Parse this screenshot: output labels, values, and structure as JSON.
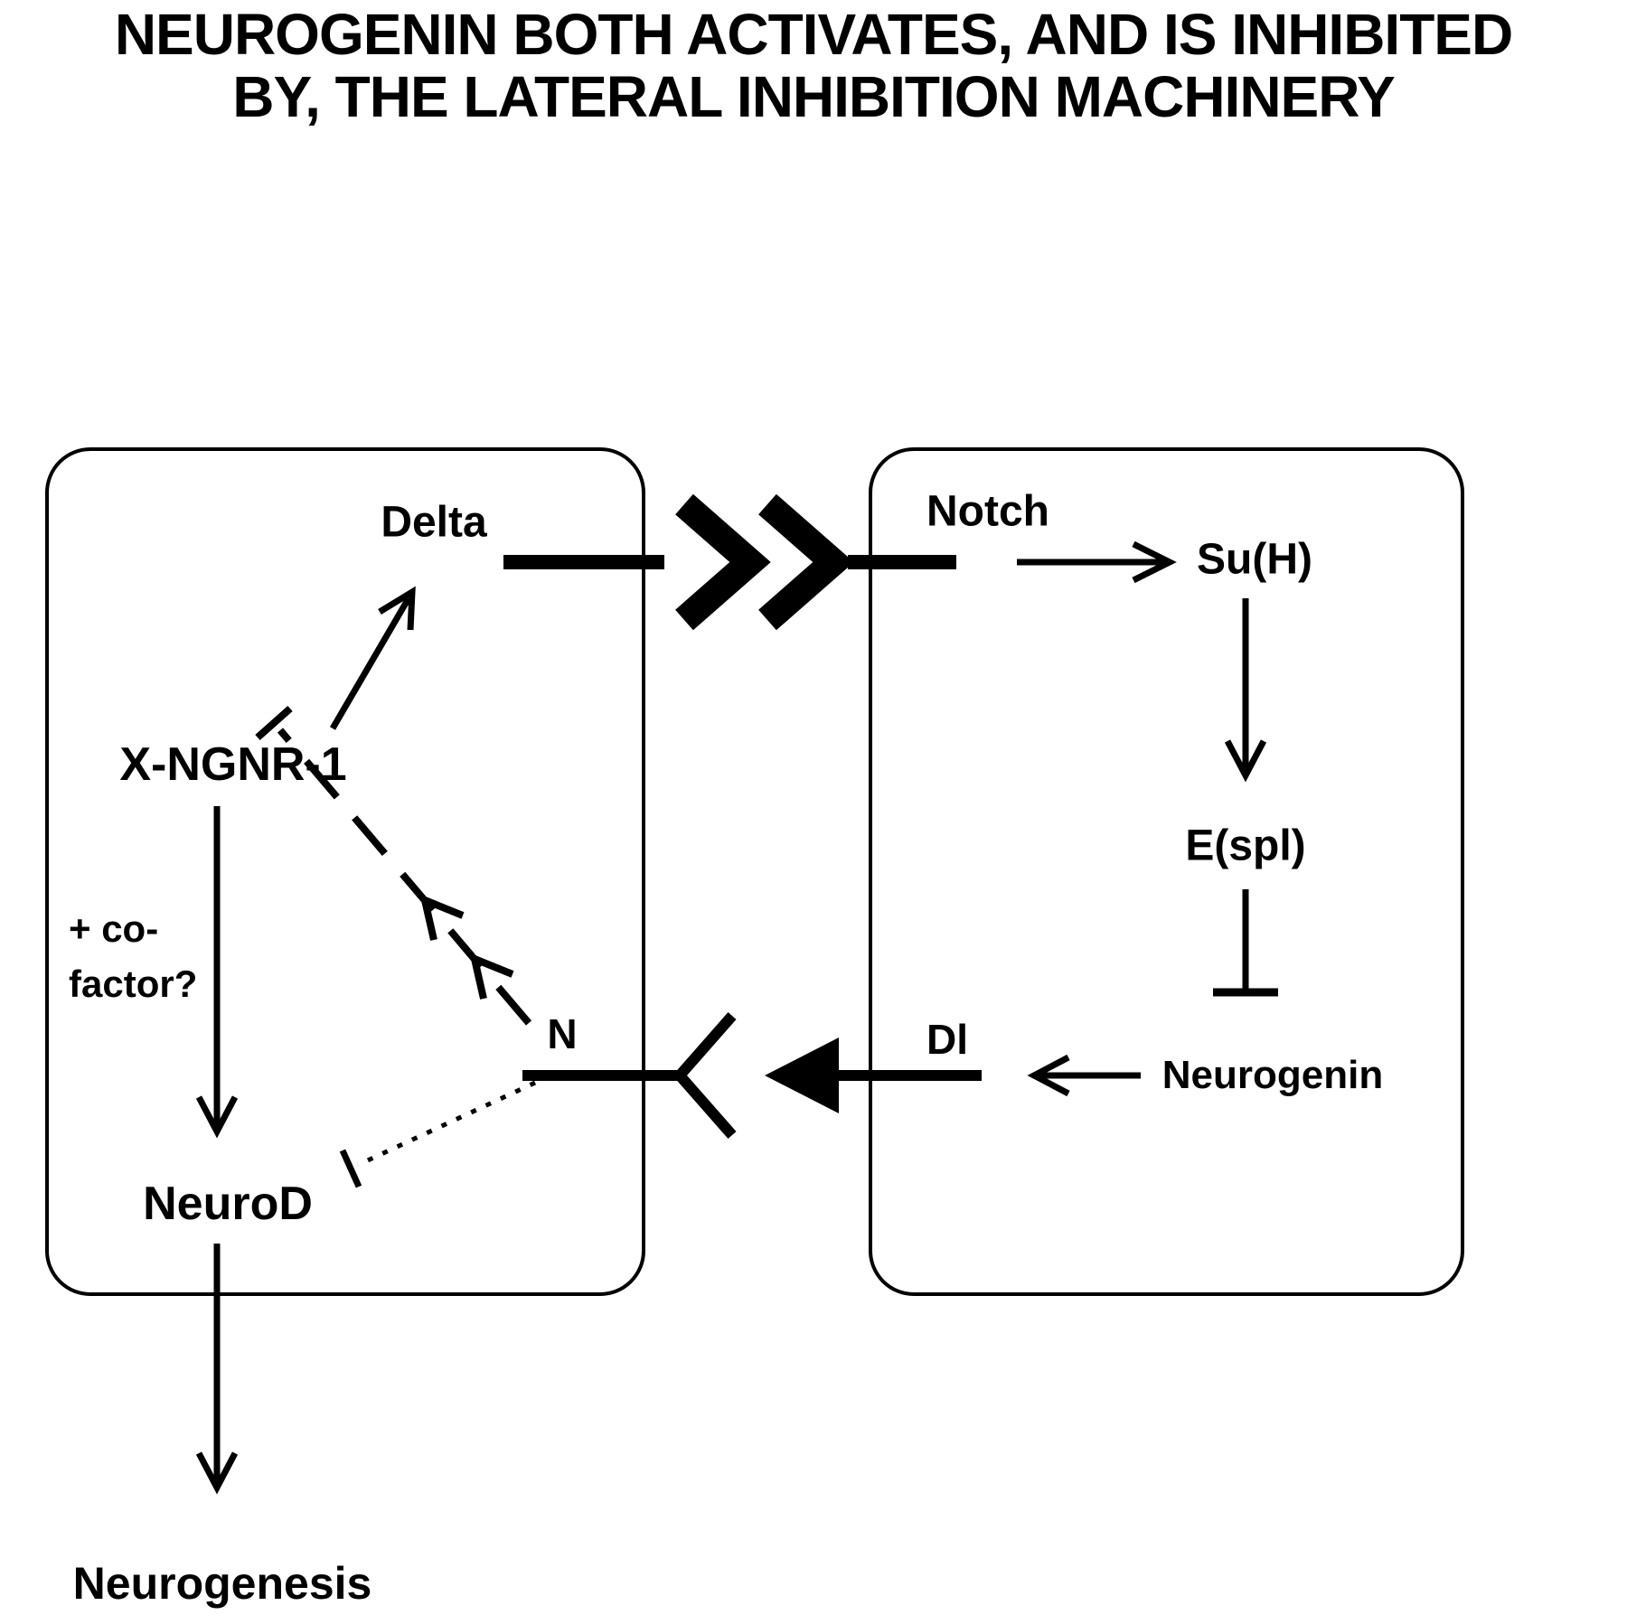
{
  "title": {
    "line1": "NEUROGENIN BOTH ACTIVATES, AND IS INHIBITED",
    "line2": "BY, THE LATERAL INHIBITION MACHINERY"
  },
  "left_cell": {
    "delta": "Delta",
    "x_ngnr_1": "X-NGNR-1",
    "cofactor_line1": "+ co-",
    "cofactor_line2": "factor?",
    "notch_receptor": "N",
    "neurod": "NeuroD"
  },
  "right_cell": {
    "notch": "Notch",
    "su_h": "Su(H)",
    "e_spl": "E(spl)",
    "delta_ligand": "Dl",
    "neurogenin": "Neurogenin"
  },
  "output": {
    "neurogenesis": "Neurogenesis"
  },
  "colors": {
    "ink": "#000000",
    "background": "#ffffff"
  },
  "relationships": [
    {
      "from": "X-NGNR-1",
      "to": "Delta",
      "type": "activates"
    },
    {
      "from": "Delta",
      "to": "Notch",
      "type": "activates-strong-intercellular"
    },
    {
      "from": "Notch",
      "to": "Su(H)",
      "type": "activates"
    },
    {
      "from": "Su(H)",
      "to": "E(spl)",
      "type": "activates"
    },
    {
      "from": "E(spl)",
      "to": "Neurogenin",
      "type": "inhibits"
    },
    {
      "from": "Neurogenin",
      "to": "Dl",
      "type": "activates"
    },
    {
      "from": "Dl",
      "to": "N",
      "type": "activates-strong-intercellular"
    },
    {
      "from": "N",
      "to": "X-NGNR-1",
      "type": "inhibits-dashed"
    },
    {
      "from": "N",
      "to": "NeuroD",
      "type": "inhibits-dotted"
    },
    {
      "from": "X-NGNR-1",
      "to": "NeuroD",
      "type": "activates-with-cofactor"
    },
    {
      "from": "NeuroD",
      "to": "Neurogenesis",
      "type": "activates"
    }
  ]
}
